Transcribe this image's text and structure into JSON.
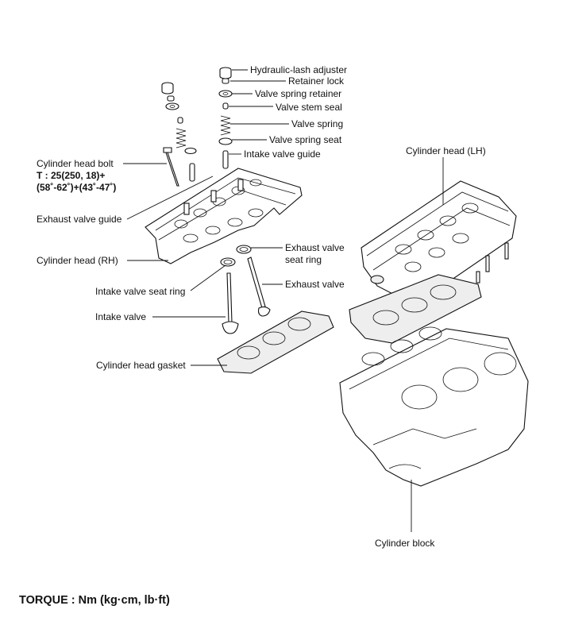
{
  "labels": {
    "hydraulic_lash_adjuster": "Hydraulic-lash adjuster",
    "retainer_lock": "Retainer lock",
    "valve_spring_retainer": "Valve spring retainer",
    "valve_stem_seal": "Valve stem seal",
    "valve_spring": "Valve spring",
    "valve_spring_seat": "Valve spring seat",
    "intake_valve_guide": "Intake valve guide",
    "cylinder_head_bolt": "Cylinder head bolt",
    "cylinder_head_bolt_torque_line1": "T : 25(250, 18)+",
    "cylinder_head_bolt_torque_line2": "(58˚-62˚)+(43˚-47˚)",
    "exhaust_valve_guide": "Exhaust valve guide",
    "cylinder_head_rh": "Cylinder head (RH)",
    "exhaust_valve_seat_ring_line1": "Exhaust valve",
    "exhaust_valve_seat_ring_line2": "seat ring",
    "exhaust_valve": "Exhaust valve",
    "intake_valve_seat_ring": "Intake valve seat ring",
    "intake_valve": "Intake valve",
    "cylinder_head_gasket": "Cylinder head gasket",
    "cylinder_head_lh": "Cylinder head (LH)",
    "cylinder_block": "Cylinder block"
  },
  "footer": {
    "torque_caption": "TORQUE : Nm (kg·cm, lb·ft)"
  }
}
